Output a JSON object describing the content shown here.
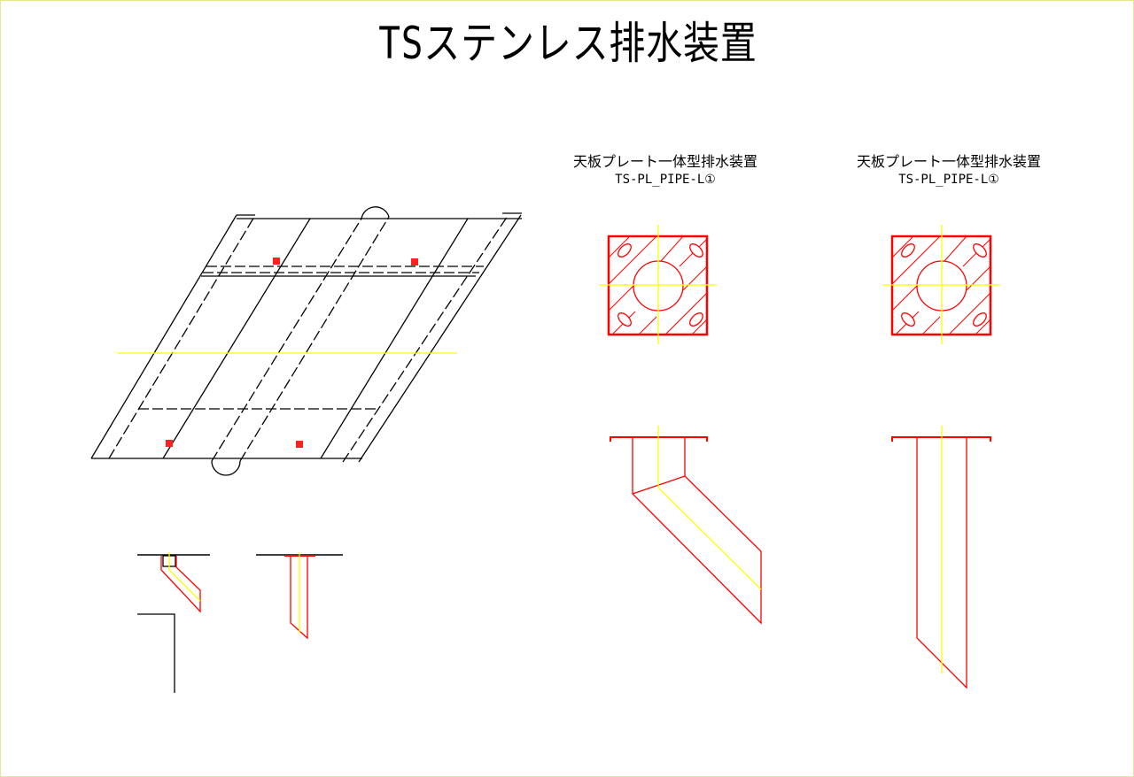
{
  "title": "TSステンレス排水装置",
  "details": [
    {
      "name": "天板プレート一体型排水装置",
      "model": "TS-PL_PIPE-L①"
    },
    {
      "name": "天板プレート一体型排水装置",
      "model": "TS-PL_PIPE-L①"
    }
  ],
  "colors": {
    "outline": "#000000",
    "part": "#ff0000",
    "centerline": "#ffff00"
  }
}
